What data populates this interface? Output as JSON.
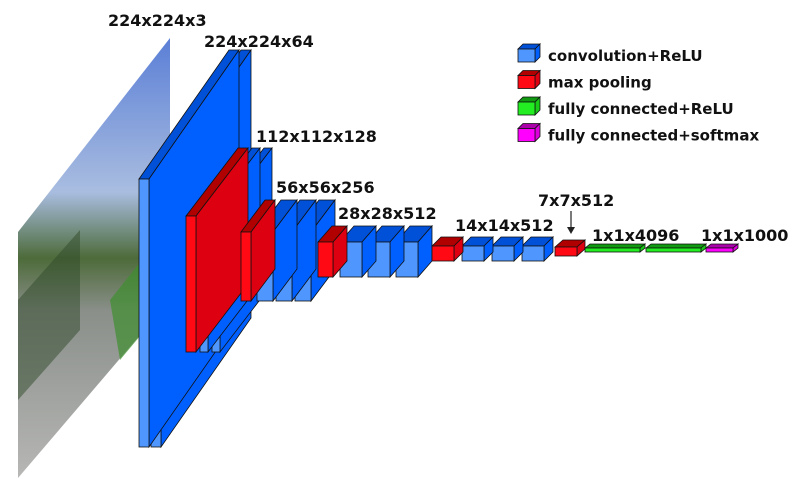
{
  "colors": {
    "conv": {
      "front": "#4f97ff",
      "top": "#0050d8",
      "side": "#0060ff"
    },
    "pool": {
      "front": "#ff0a14",
      "top": "#b00000",
      "side": "#dd0010"
    },
    "fc": {
      "front": "#22ee22",
      "top": "#119911",
      "side": "#18cc18"
    },
    "softmax": {
      "front": "#ff00ff",
      "top": "#aa00aa",
      "side": "#dd00dd"
    }
  },
  "labels": {
    "input": "224x224x3",
    "block1": "224x224x64",
    "block2": "112x112x128",
    "block3": "56x56x256",
    "block4": "28x28x512",
    "block5": "14x14x512",
    "pool5": "7x7x512",
    "fc": "1x1x4096",
    "output": "1x1x1000"
  },
  "legend": [
    {
      "type": "conv",
      "label": "convolution+ReLU"
    },
    {
      "type": "pool",
      "label": "max pooling"
    },
    {
      "type": "fc",
      "label": "fully connected+ReLU"
    },
    {
      "type": "softmax",
      "label": "fully connected+softmax"
    }
  ]
}
